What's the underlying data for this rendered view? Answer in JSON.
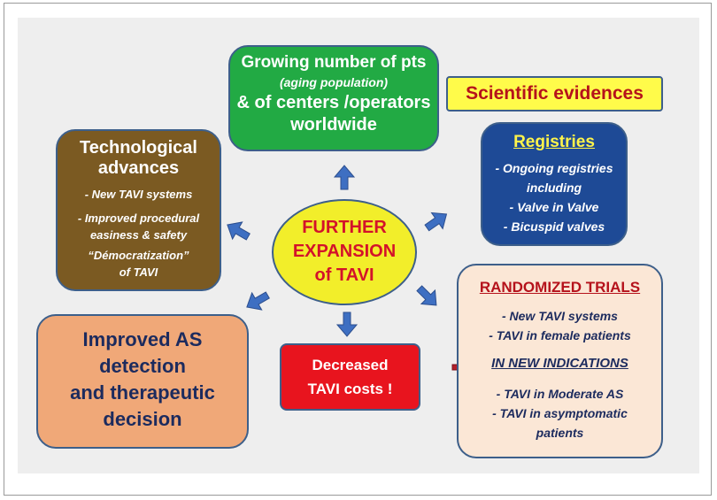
{
  "center": {
    "lines": [
      "FURTHER",
      "EXPANSION",
      "of TAVI"
    ]
  },
  "growing": {
    "line1": "Growing number of pts",
    "line2": "(aging population)",
    "line3": "& of centers /operators",
    "line4": "worldwide"
  },
  "scientific": {
    "label": "Scientific evidences"
  },
  "technological": {
    "title": [
      "Technological",
      "advances"
    ],
    "items": [
      "- New TAVI systems",
      "- Improved procedural",
      "easiness & safety",
      "“Démocratization”",
      "of TAVI"
    ]
  },
  "registries": {
    "title": "Registries",
    "items": [
      "- Ongoing registries",
      "including",
      "- Valve in Valve",
      "- Bicuspid valves"
    ]
  },
  "randomized": {
    "title": "RANDOMIZED TRIALS",
    "items": [
      "- New TAVI systems",
      "- TAVI in female patients"
    ],
    "subheading": "IN NEW INDICATIONS",
    "sub_items": [
      "- TAVI in Moderate AS",
      "- TAVI in asymptomatic",
      "patients"
    ]
  },
  "improved": {
    "lines": [
      "Improved AS",
      "detection",
      "and therapeutic",
      "decision"
    ]
  },
  "costs": {
    "lines": [
      "Decreased",
      "TAVI costs !"
    ]
  },
  "colors": {
    "arrow": "#3e6fc2",
    "red_arrow": "#b3202a",
    "green_box": "#22aa44",
    "tech_box": "#7b5a22",
    "registries_box": "#1e4a96",
    "center_fill": "#f2ee2a"
  }
}
